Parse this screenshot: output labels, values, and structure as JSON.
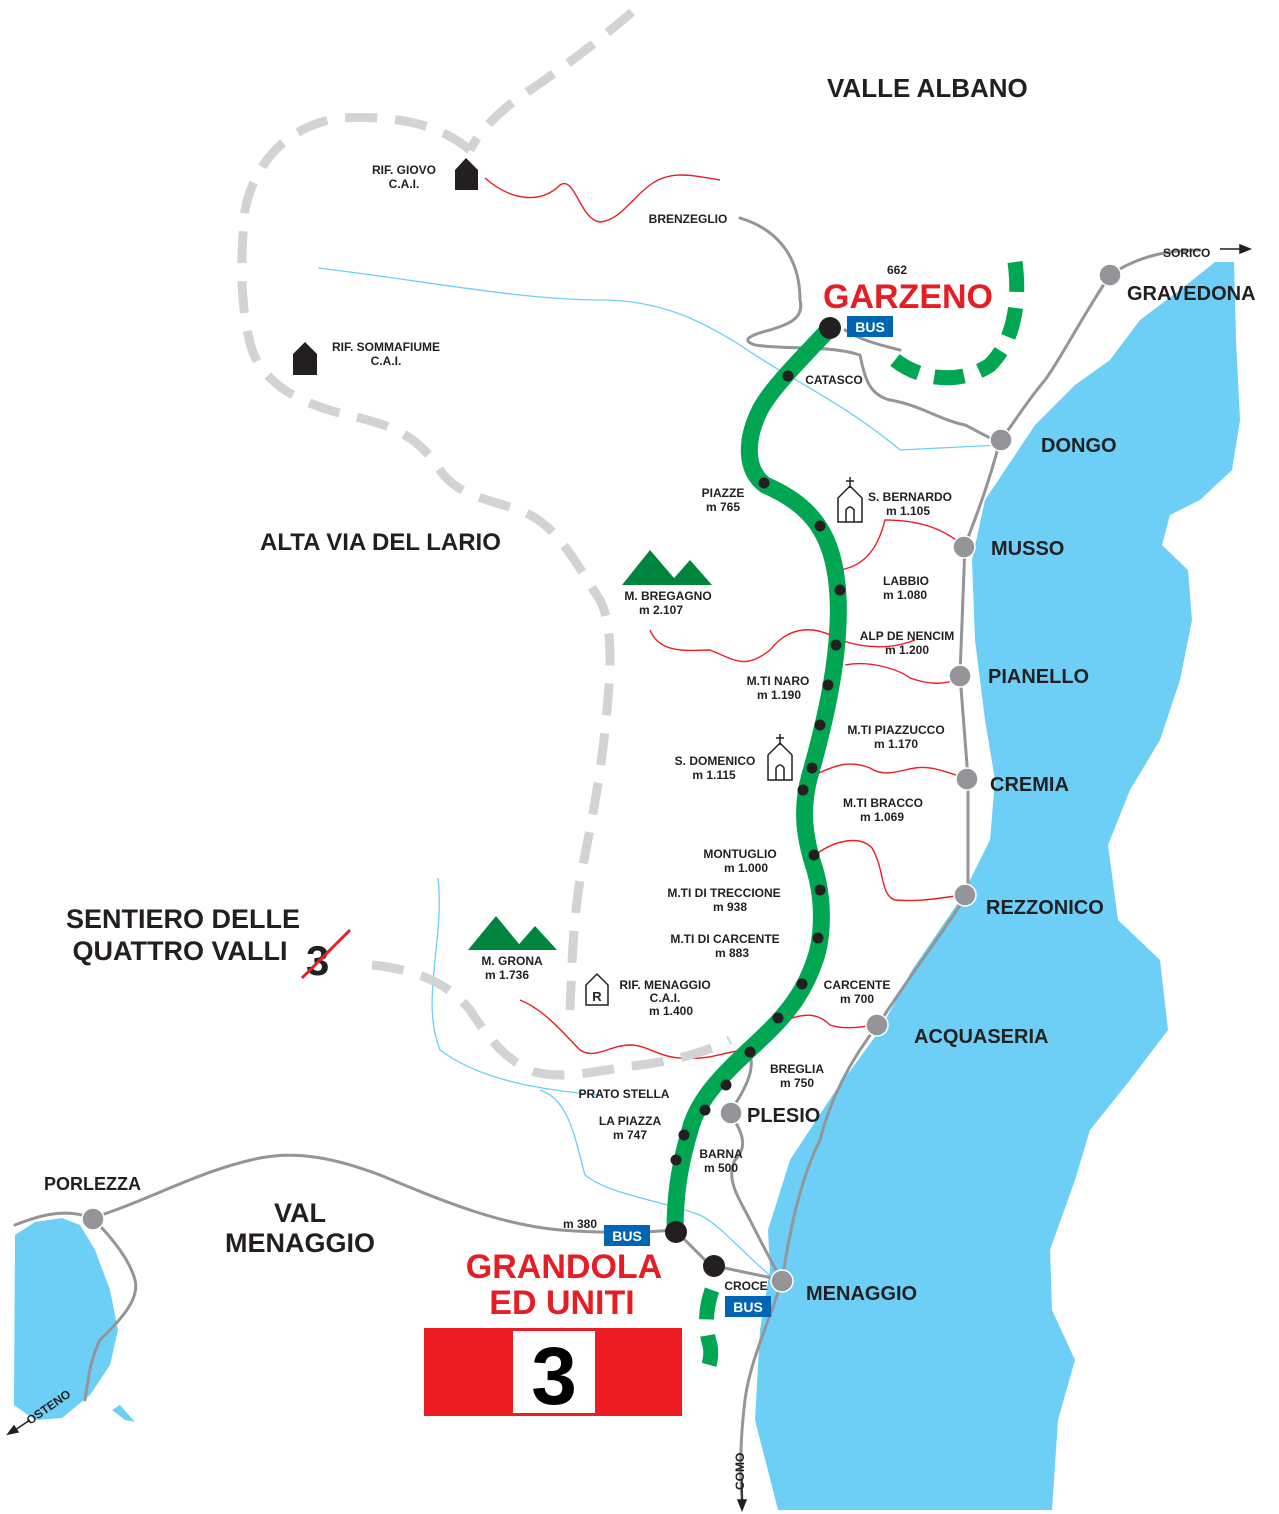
{
  "colors": {
    "lake": "#6dcff6",
    "trail_main": "#00a651",
    "alta_via": "#d1d3d4",
    "road": "#939598",
    "local_path": "#ed1c24",
    "stream": "#6dcff6",
    "accent_red": "#ed1c24",
    "bus_blue": "#0066b3",
    "mountain": "#00853f"
  },
  "regions": {
    "valle_albano": "VALLE ALBANO",
    "alta_via": "ALTA VIA DEL LARIO",
    "sentiero_line1": "SENTIERO DELLE",
    "sentiero_line2": "QUATTRO VALLI",
    "sentiero_number": "3",
    "val_menaggio_line1": "VAL",
    "val_menaggio_line2": "MENAGGIO"
  },
  "trail": {
    "start_name": "GARZENO",
    "start_elevation": "662",
    "end_line1": "GRANDOLA",
    "end_line2": "ED UNITI",
    "end_elevation": "m 380",
    "route_number": "3"
  },
  "bus_label": "BUS",
  "towns": {
    "gravedona": "GRAVEDONA",
    "dongo": "DONGO",
    "musso": "MUSSO",
    "pianello": "PIANELLO",
    "cremia": "CREMIA",
    "rezzonico": "REZZONICO",
    "acquaseria": "ACQUASERIA",
    "plesio": "PLESIO",
    "menaggio": "MENAGGIO",
    "porlezza": "PORLEZZA"
  },
  "road_directions": {
    "sorico": "SORICO",
    "osteno": "OSTENO",
    "como": "COMO"
  },
  "huts": {
    "giovo_line1": "RIF. GIOVO",
    "giovo_line2": "C.A.I.",
    "sommafiume_line1": "RIF. SOMMAFIUME",
    "sommafiume_line2": "C.A.I.",
    "menaggio_line1": "RIF. MENAGGIO",
    "menaggio_line2": "C.A.I.",
    "menaggio_line3": "m 1.400",
    "menaggio_symbol": "R"
  },
  "mountains": {
    "bregagno_name": "M. BREGAGNO",
    "bregagno_elev": "m 2.107",
    "grona_name": "M. GRONA",
    "grona_elev": "m 1.736"
  },
  "churches": {
    "bernardo_name": "S. BERNARDO",
    "bernardo_elev": "m 1.105",
    "domenico_name": "S. DOMENICO",
    "domenico_elev": "m 1.115"
  },
  "places": {
    "brenzeglio": "BRENZEGLIO",
    "catasco": "CATASCO",
    "piazze_name": "PIAZZE",
    "piazze_elev": "m 765",
    "labbio_name": "LABBIO",
    "labbio_elev": "m 1.080",
    "nencim_name": "ALP DE NENCIM",
    "nencim_elev": "m 1.200",
    "naro_name": "M.TI NARO",
    "naro_elev": "m 1.190",
    "piazzucco_name": "M.TI PIAZZUCCO",
    "piazzucco_elev": "m 1.170",
    "bracco_name": "M.TI BRACCO",
    "bracco_elev": "m 1.069",
    "montuglio_name": "MONTUGLIO",
    "montuglio_elev": "m 1.000",
    "treccione_name": "M.TI DI TRECCIONE",
    "treccione_elev": "m 938",
    "carcente_mti_name": "M.TI DI CARCENTE",
    "carcente_mti_elev": "m 883",
    "carcente_name": "CARCENTE",
    "carcente_elev": "m 700",
    "prato_stella": "PRATO STELLA",
    "breglia_name": "BREGLIA",
    "breglia_elev": "m 750",
    "la_piazza_name": "LA PIAZZA",
    "la_piazza_elev": "m 747",
    "barna_name": "BARNA",
    "barna_elev": "m 500",
    "croce": "CROCE"
  }
}
